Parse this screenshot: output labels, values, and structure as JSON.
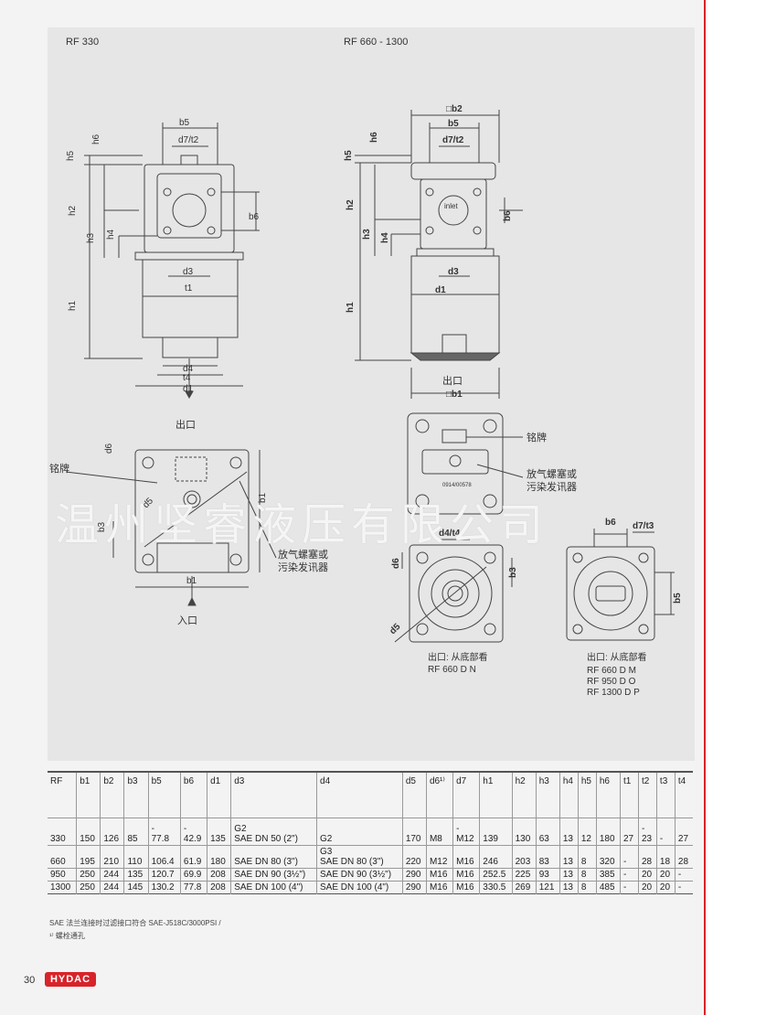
{
  "header": {
    "left": "RF 330",
    "right": "RF 660 - 1300"
  },
  "drawing": {
    "left_dims": {
      "b5": "b5",
      "d7t2": "d7/t2",
      "h5": "h5",
      "h6": "h6",
      "h2": "h2",
      "h3": "h3",
      "h4": "h4",
      "b6": "b6",
      "d3": "d3",
      "t1": "t1",
      "h1": "h1",
      "d4": "d4",
      "t4": "t4",
      "d1": "d1",
      "outlet": "出口",
      "d6": "d6",
      "nameplate": "铭牌",
      "d5": "d5",
      "b3": "b3",
      "b1": "b1",
      "b1_bottom": "b1",
      "breather_1": "放气螺塞或",
      "breather_2": "污染发讯器",
      "inlet": "入口"
    },
    "right_dims": {
      "b2": "□b2",
      "b5": "b5",
      "h5": "h5",
      "h6": "h6",
      "d7t2": "d7/t2",
      "h2": "h2",
      "inlet_mark": "inlet",
      "b6": "b6",
      "h3": "h3",
      "h4": "h4",
      "d3": "d3",
      "d1": "d1",
      "h1": "h1",
      "outlet": "出口",
      "b1": "□b1",
      "nameplate": "铭牌",
      "breather_1": "放气螺塞或",
      "breather_2": "污染发讯器",
      "serial": "0914/00578",
      "d4t4": "d4/t4",
      "d6": "d6",
      "b3": "b3",
      "d5": "d5",
      "b6b": "b6",
      "d7t3": "d7/t3",
      "b5b": "b5"
    },
    "bottom_view_left": {
      "caption": "出口: 从底部看",
      "model": "RF 660 D N"
    },
    "bottom_view_right": {
      "caption": "出口: 从底部看",
      "models": [
        "RF  660 D M",
        "RF  950 D O",
        "RF 1300 D P"
      ]
    }
  },
  "watermark": "温州坚睿液压有限公司",
  "table": {
    "headers": [
      "RF",
      "b1",
      "b2",
      "b3",
      "b5",
      "b6",
      "d1",
      "d3",
      "d4",
      "d5",
      "d6¹⁾",
      "d7",
      "h1",
      "h2",
      "h3",
      "h4",
      "h5",
      "h6",
      "t1",
      "t2",
      "t3",
      "t4"
    ],
    "rows": [
      {
        "cells": [
          "330",
          "150",
          "126",
          "85",
          [
            "-",
            "77.8"
          ],
          [
            "-",
            "42.9"
          ],
          "135",
          [
            "G2",
            "SAE DN 50 (2\")"
          ],
          "G2",
          "170",
          "M8",
          [
            "-",
            "M12"
          ],
          "139",
          "130",
          "63",
          "13",
          "12",
          "180",
          "27",
          [
            "-",
            "23"
          ],
          "-",
          "27"
        ]
      },
      {
        "cells": [
          "660",
          "195",
          "210",
          "110",
          "106.4",
          "61.9",
          "180",
          "SAE DN 80 (3\")",
          [
            "G3",
            "SAE DN 80 (3\")"
          ],
          "220",
          "M12",
          "M16",
          "246",
          "203",
          "83",
          "13",
          "8",
          "320",
          "-",
          "28",
          "18",
          "28"
        ]
      },
      {
        "cells": [
          "950",
          "250",
          "244",
          "135",
          "120.7",
          "69.9",
          "208",
          "SAE DN 90 (3½\")",
          "SAE DN 90 (3½\")",
          "290",
          "M16",
          "M16",
          "252.5",
          "225",
          "93",
          "13",
          "8",
          "385",
          "-",
          "20",
          "20",
          "-"
        ]
      },
      {
        "cells": [
          "1300",
          "250",
          "244",
          "145",
          "130.2",
          "77.8",
          "208",
          "SAE DN 100 (4\")",
          "SAE DN 100 (4\")",
          "290",
          "M16",
          "M16",
          "330.5",
          "269",
          "121",
          "13",
          "8",
          "485",
          "-",
          "20",
          "20",
          "-"
        ]
      }
    ]
  },
  "notes": [
    "SAE 法兰连接时过滤接口符合 SAE-J518C/3000PSI /",
    "¹⁾ 螺栓通孔"
  ],
  "footer": {
    "page": "30",
    "logo": "HYDAC"
  },
  "colors": {
    "brand_red": "#d8232a",
    "drawing_bg": "#e6e6e6"
  }
}
